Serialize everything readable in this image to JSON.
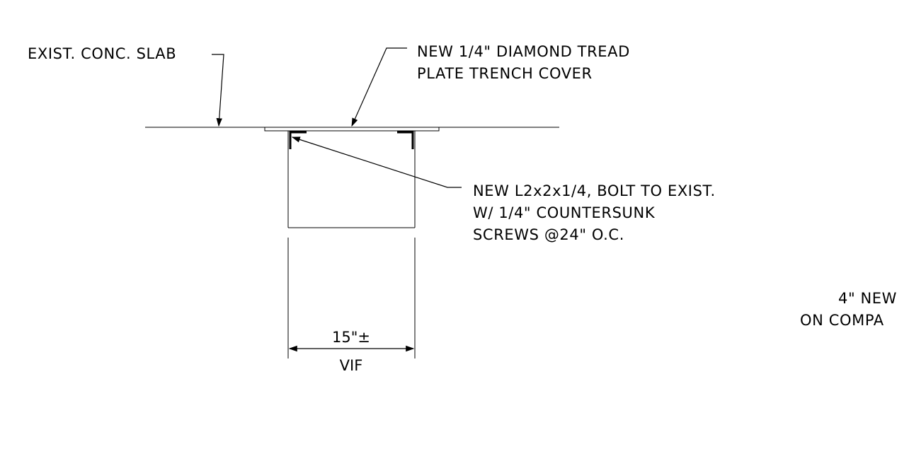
{
  "notes": {
    "existing_slab": "EXIST. CONC. SLAB",
    "tread_plate": {
      "line1": "NEW 1/4\" DIAMOND TREAD",
      "line2": "PLATE TRENCH COVER"
    },
    "angle": {
      "line1": "NEW L2x2x1/4, BOLT TO EXIST.",
      "line2": "W/ 1/4\" COUNTERSUNK",
      "line3": "SCREWS @24\" O.C."
    },
    "cut_off_note": {
      "line1": "4\" NEW",
      "line2": "ON COMPA"
    }
  },
  "dimension": {
    "value": "15\"±",
    "qualifier": "VIF"
  },
  "colors": {
    "ink": "#000000",
    "background": "#ffffff"
  }
}
